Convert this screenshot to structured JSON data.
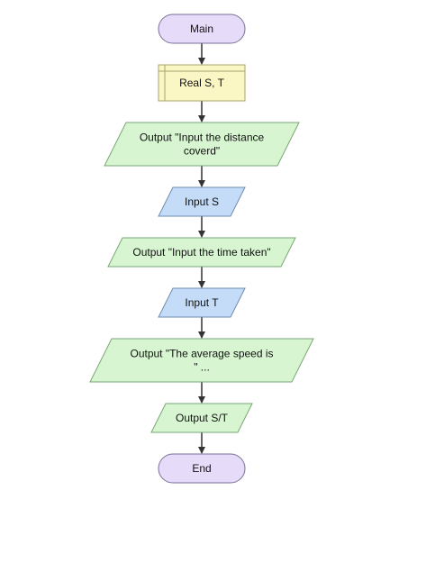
{
  "flowchart": {
    "nodes": [
      {
        "id": "main",
        "type": "terminal",
        "lines": [
          "Main"
        ],
        "fill": "#e6dcfa",
        "stroke": "#7d6e9b"
      },
      {
        "id": "declare",
        "type": "declare",
        "lines": [
          "Real S, T"
        ],
        "fill": "#fbf7c4",
        "stroke": "#a9a36b"
      },
      {
        "id": "out1",
        "type": "output",
        "lines": [
          "Output \"Input the distance",
          "coverd\""
        ],
        "fill": "#d7f5d0",
        "stroke": "#7aa574"
      },
      {
        "id": "in_s",
        "type": "input",
        "lines": [
          "Input S"
        ],
        "fill": "#c4dcf8",
        "stroke": "#6e8bb0"
      },
      {
        "id": "out2",
        "type": "output",
        "lines": [
          "Output \"Input the time taken\""
        ],
        "fill": "#d7f5d0",
        "stroke": "#7aa574"
      },
      {
        "id": "in_t",
        "type": "input",
        "lines": [
          "Input T"
        ],
        "fill": "#c4dcf8",
        "stroke": "#6e8bb0"
      },
      {
        "id": "out3",
        "type": "output",
        "lines": [
          "Output \"The average speed is",
          "\" ..."
        ],
        "fill": "#d7f5d0",
        "stroke": "#7aa574"
      },
      {
        "id": "out4",
        "type": "output",
        "lines": [
          "Output S/T"
        ],
        "fill": "#d7f5d0",
        "stroke": "#7aa574"
      },
      {
        "id": "end",
        "type": "terminal",
        "lines": [
          "End"
        ],
        "fill": "#e6dcfa",
        "stroke": "#7d6e9b"
      }
    ],
    "connectors": [
      [
        "main",
        "declare"
      ],
      [
        "declare",
        "out1"
      ],
      [
        "out1",
        "in_s"
      ],
      [
        "in_s",
        "out2"
      ],
      [
        "out2",
        "in_t"
      ],
      [
        "in_t",
        "out3"
      ],
      [
        "out3",
        "out4"
      ],
      [
        "out4",
        "end"
      ]
    ],
    "connector_color": "#333333"
  }
}
